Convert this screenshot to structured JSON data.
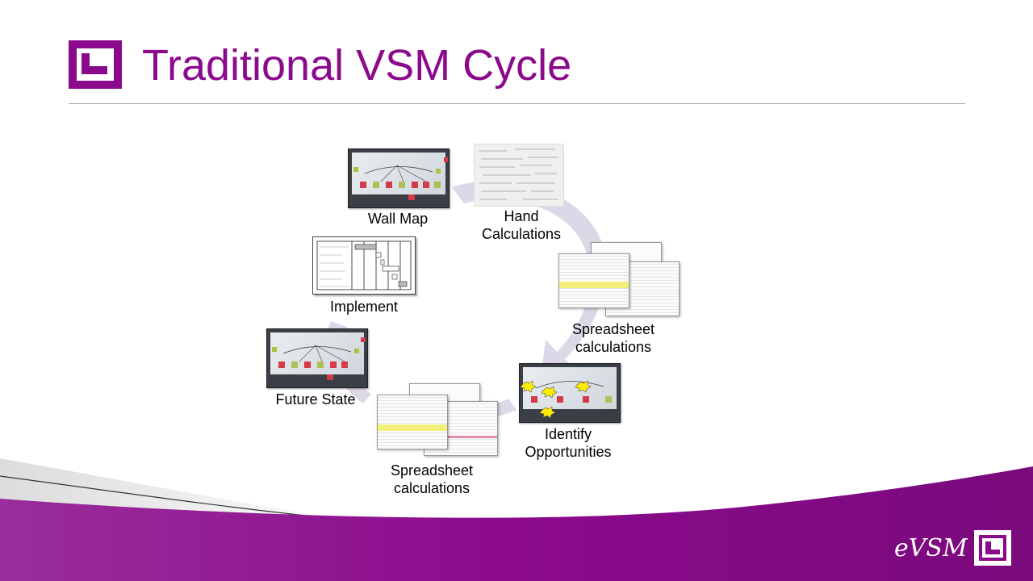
{
  "title": "Traditional VSM Cycle",
  "colors": {
    "brand": "#8b0a8c",
    "rule": "#a6a6a6",
    "arrow": "#dcd8e8"
  },
  "cycle": {
    "wall_map": "Wall Map",
    "hand_calc_line1": "Hand",
    "hand_calc_line2": "Calculations",
    "spreadsheet1_line1": "Spreadsheet",
    "spreadsheet1_line2": "calculations",
    "identify_line1": "Identify",
    "identify_line2": "Opportunities",
    "spreadsheet2_line1": "Spreadsheet",
    "spreadsheet2_line2": "calculations",
    "future_state": "Future State",
    "implement": "Implement"
  },
  "footer": {
    "brand_text": "eVSM",
    "logo_icon": "evsm-logo-icon"
  },
  "header": {
    "logo_icon": "evsm-logo-icon"
  }
}
